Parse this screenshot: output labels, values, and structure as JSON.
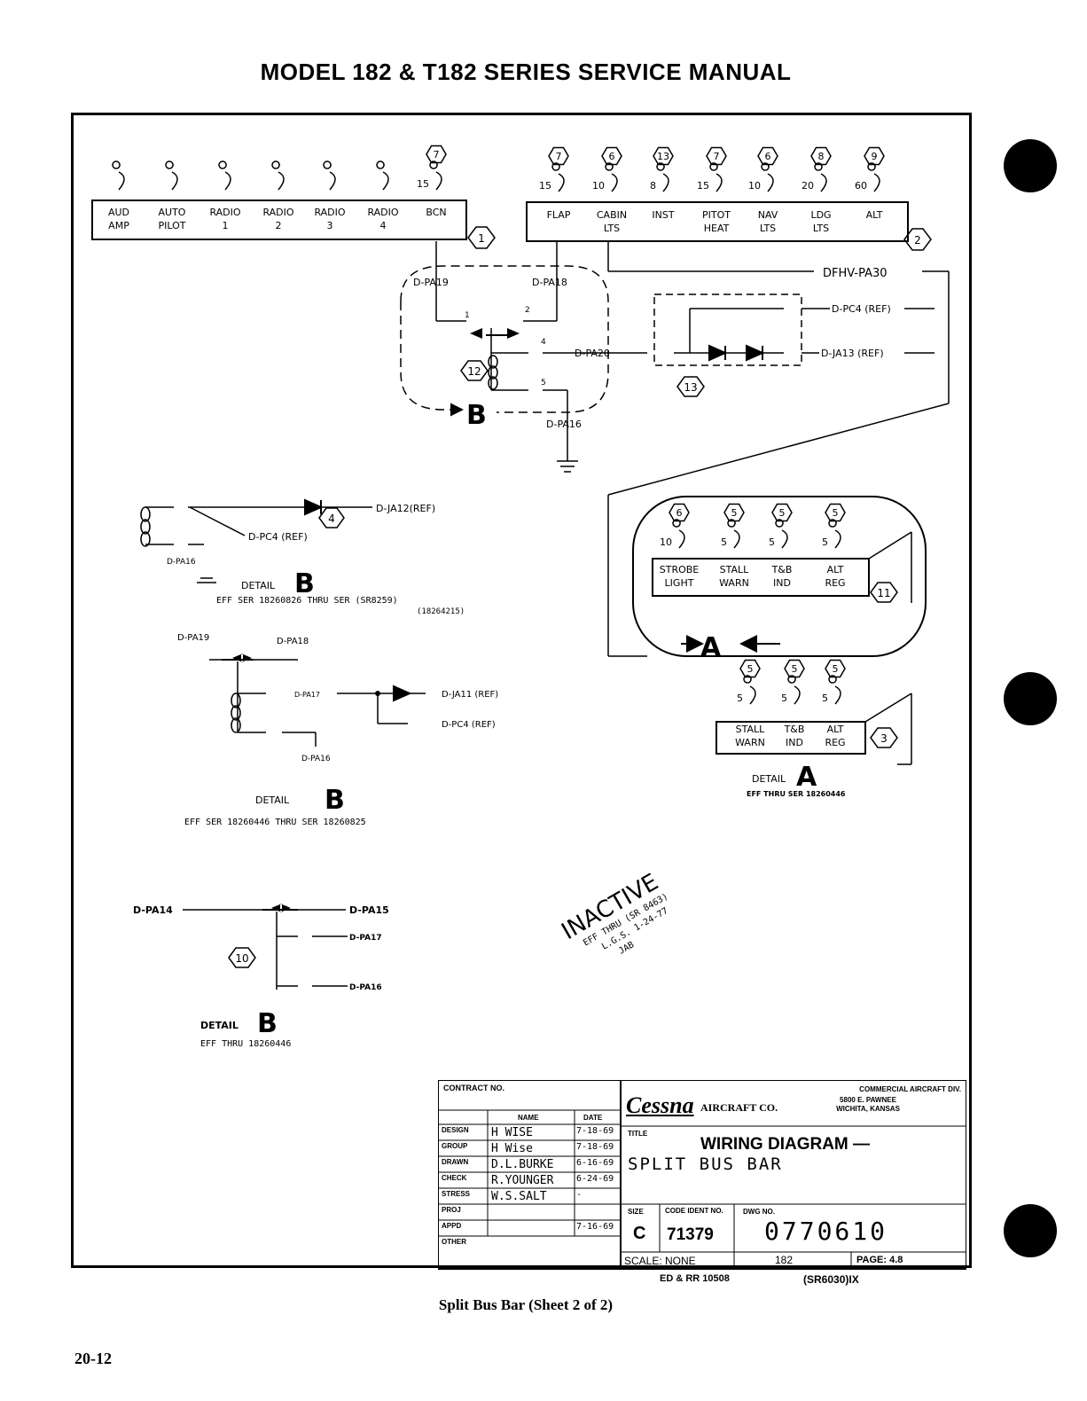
{
  "header": {
    "title": "MODEL 182 & T182 SERIES SERVICE MANUAL"
  },
  "bus1": {
    "callout": "1",
    "breakers": [
      {
        "label": "AUD\nAMP",
        "rating": "",
        "callout": ""
      },
      {
        "label": "AUTO\nPILOT",
        "rating": "",
        "callout": ""
      },
      {
        "label": "RADIO\n1",
        "rating": "",
        "callout": ""
      },
      {
        "label": "RADIO\n2",
        "rating": "",
        "callout": ""
      },
      {
        "label": "RADIO\n3",
        "rating": "",
        "callout": ""
      },
      {
        "label": "RADIO\n4",
        "rating": "",
        "callout": ""
      },
      {
        "label": "BCN",
        "rating": "15",
        "callout": "7"
      }
    ]
  },
  "bus2": {
    "callout": "2",
    "breakers": [
      {
        "label": "FLAP",
        "rating": "15",
        "callout": "7"
      },
      {
        "label": "CABIN\nLTS",
        "rating": "10",
        "callout": "6"
      },
      {
        "label": "INST",
        "rating": "8",
        "callout": "13"
      },
      {
        "label": "PITOT\nHEAT",
        "rating": "15",
        "callout": "7"
      },
      {
        "label": "NAV\nLTS",
        "rating": "10",
        "callout": "6"
      },
      {
        "label": "LDG\nLTS",
        "rating": "20",
        "callout": "8"
      },
      {
        "label": "ALT",
        "rating": "60",
        "callout": "9"
      }
    ]
  },
  "wires": {
    "dfhv": "DFHV-PA30",
    "pa19": "D-PA19",
    "pa18": "D-PA18",
    "pa20": "D-PA20",
    "pa16": "D-PA16",
    "pc4ref": "D-PC4 (REF)",
    "ja13ref": "D-JA13 (REF)",
    "relay_callout": "12",
    "diode_callout": "13",
    "pin1": "1",
    "pin2": "2",
    "pin4": "4",
    "pin5": "5",
    "detail_ref": "B"
  },
  "detailA_top": {
    "callout": "11",
    "breakers": [
      {
        "label": "STROBE\nLIGHT",
        "rating": "10",
        "callout": "6"
      },
      {
        "label": "STALL\nWARN",
        "rating": "5",
        "callout": "5"
      },
      {
        "label": "T&B\nIND",
        "rating": "5",
        "callout": "5"
      },
      {
        "label": "ALT\nREG",
        "rating": "5",
        "callout": "5"
      }
    ],
    "ref": "A"
  },
  "detailA": {
    "callout": "3",
    "breakers": [
      {
        "label": "STALL\nWARN",
        "rating": "5",
        "callout": "5"
      },
      {
        "label": "T&B\nIND",
        "rating": "5",
        "callout": "5"
      },
      {
        "label": "ALT\nREG",
        "rating": "5",
        "callout": "5"
      }
    ],
    "label": "DETAIL",
    "letter": "A",
    "eff": "EFF THRU SER 18260446"
  },
  "detailB1": {
    "ja12": "D-JA12(REF)",
    "pc4": "D-PC4 (REF)",
    "pa16": "D-PA16",
    "callout": "4",
    "label": "DETAIL",
    "letter": "B",
    "eff": "EFF SER 18260826 THRU SER (SR8259)",
    "eff2": "(18264215)"
  },
  "detailB2": {
    "pa19": "D-PA19",
    "pa18": "D-PA18",
    "pa17": "D-PA17",
    "ja11": "D-JA11\n(REF)",
    "pc4": "D-PC4\n(REF)",
    "pa16": "D-PA16",
    "label": "DETAIL",
    "letter": "B",
    "eff": "EFF SER 18260446 THRU SER 18260825"
  },
  "detailB3": {
    "pa14": "D-PA14",
    "pa15": "D-PA15",
    "pa17": "D-PA17",
    "pa16": "D-PA16",
    "callout": "10",
    "label": "DETAIL",
    "letter": "B",
    "eff": "EFF THRU 18260446"
  },
  "stamp": {
    "word": "INACTIVE",
    "line1": "EFF THRU (SR 8463)",
    "line2": "L.G.S. 1-24-77",
    "line3": "JAB"
  },
  "title_block": {
    "contract": "CONTRACT NO.",
    "col_name": "NAME",
    "col_date": "DATE",
    "rows": [
      {
        "role": "DESIGN",
        "name": "H WISE",
        "date": "7-18-69"
      },
      {
        "role": "GROUP",
        "name": "H Wise",
        "date": "7-18-69"
      },
      {
        "role": "DRAWN",
        "name": "D.L.BURKE",
        "date": "6-16-69"
      },
      {
        "role": "CHECK",
        "name": "R.YOUNGER",
        "date": "6-24-69"
      },
      {
        "role": "STRESS",
        "name": "W.S.SALT",
        "date": "-"
      },
      {
        "role": "PROJ",
        "name": "",
        "date": ""
      },
      {
        "role": "APPD",
        "name": "",
        "date": "7-16-69"
      },
      {
        "role": "OTHER",
        "name": "",
        "date": ""
      }
    ],
    "company_logo": "Cessna",
    "company_tail": "AIRCRAFT CO.",
    "division": "COMMERCIAL AIRCRAFT DIV.",
    "address": "5800 E. PAWNEE",
    "city": "WICHITA, KANSAS",
    "title_label": "TITLE",
    "title1": "WIRING DIAGRAM —",
    "title2": "SPLIT BUS BAR",
    "size_label": "SIZE",
    "size": "C",
    "code_label": "CODE IDENT NO.",
    "code": "71379",
    "dwg_label": "DWG NO.",
    "dwg": "0770610",
    "scale": "SCALE: NONE",
    "model": "182",
    "page": "PAGE: 4.8",
    "ed": "ED & RR 10508",
    "sr": "(SR6030)IX"
  },
  "footer": {
    "caption": "Split Bus Bar (Sheet 2 of 2)",
    "page": "20-12"
  }
}
